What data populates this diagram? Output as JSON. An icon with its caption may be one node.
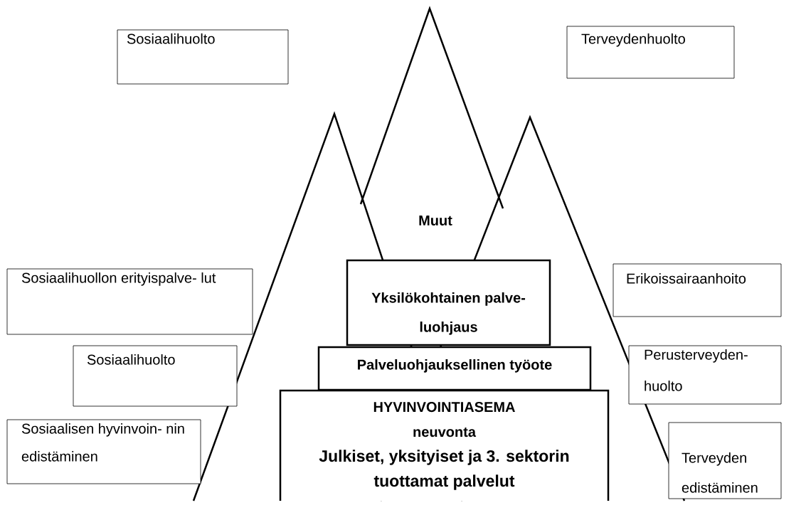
{
  "diagram": {
    "nodes": [
      {
        "text": [
          "Sosiaalihuolto"
        ]
      },
      {
        "text": [
          "Terveydenhuolto"
        ]
      },
      {
        "text": [
          "Sosiaalihuollon erityispalve- lut"
        ]
      },
      {
        "text": [
          "Yksilökohtainen palve- luohjaus"
        ]
      },
      {
        "text": [
          "Erikoissairaanhoito"
        ]
      },
      {
        "text": [
          "Sosiaalihuolto"
        ]
      },
      {
        "text": [
          "Palveluohjauksellinen työote"
        ]
      },
      {
        "text": [
          "Perusterveyden- huolto"
        ]
      },
      {
        "text": [
          "HYVINVOINTIASEMA",
          "neuvonta",
          "Julkiset, yksityiset ja 3. sektorin tuottamat palvelut"
        ]
      },
      {
        "text": [
          "Sosiaalisen hyvinvoin- nin edistäminen"
        ]
      },
      {
        "text": [
          "Terveyden edistäminen"
        ]
      }
    ],
    "labels": [
      "Muut"
    ]
  }
}
